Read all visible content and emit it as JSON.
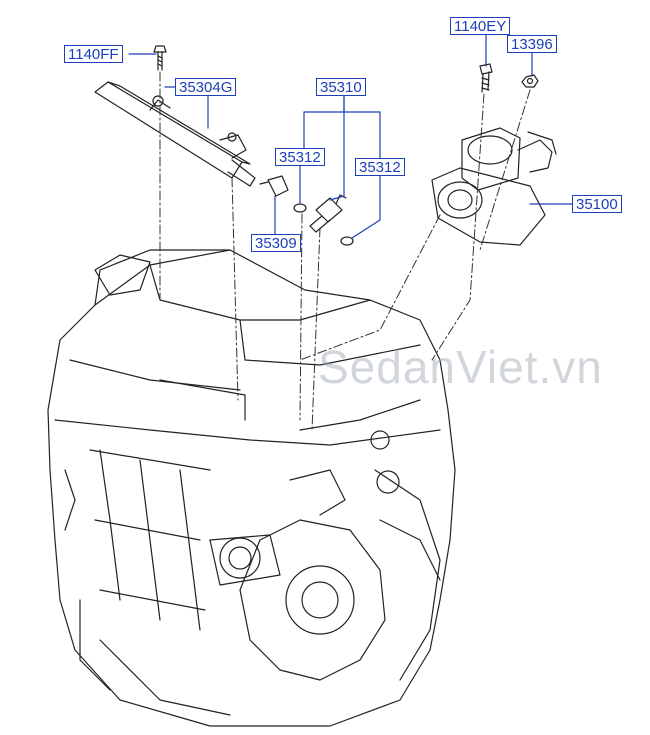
{
  "diagram": {
    "callouts": [
      {
        "id": "c-1140ff",
        "text": "1140FF"
      },
      {
        "id": "c-35304g",
        "text": "35304G"
      },
      {
        "id": "c-35310",
        "text": "35310"
      },
      {
        "id": "c-35312a",
        "text": "35312"
      },
      {
        "id": "c-35312b",
        "text": "35312"
      },
      {
        "id": "c-35309",
        "text": "35309"
      },
      {
        "id": "c-1140ey",
        "text": "1140EY"
      },
      {
        "id": "c-13396",
        "text": "13396"
      },
      {
        "id": "c-35100",
        "text": "35100"
      }
    ],
    "watermark": "SedanViet.vn",
    "line_color": "#1d3fb8"
  }
}
